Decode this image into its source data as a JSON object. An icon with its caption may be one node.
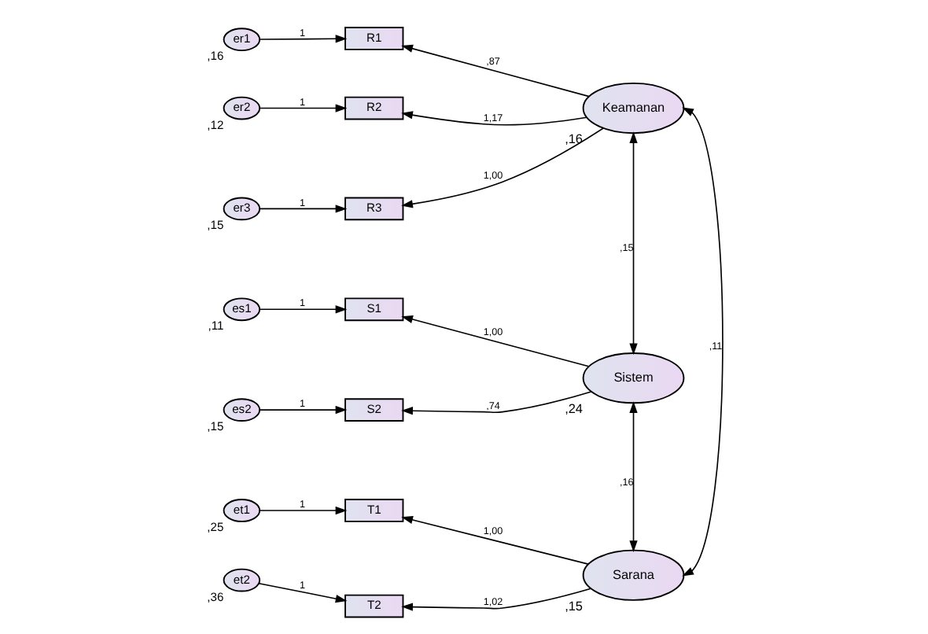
{
  "diagram": {
    "nodes": [
      {
        "text": [
          "er1"
        ],
        "beside": [
          ",16"
        ]
      },
      {
        "text": [
          "R1"
        ]
      },
      {
        "text": [
          "er2"
        ],
        "beside": [
          ",12"
        ]
      },
      {
        "text": [
          "R2"
        ]
      },
      {
        "text": [
          "er3"
        ],
        "beside": [
          ",15"
        ]
      },
      {
        "text": [
          "R3"
        ]
      },
      {
        "text": [
          "Keamanan"
        ],
        "beside": [
          ",16"
        ]
      },
      {
        "text": [
          "es1"
        ],
        "beside": [
          ",11"
        ]
      },
      {
        "text": [
          "S1"
        ]
      },
      {
        "text": [
          "es2"
        ],
        "beside": [
          ",15"
        ]
      },
      {
        "text": [
          "S2"
        ]
      },
      {
        "text": [
          "Sistem"
        ],
        "beside": [
          ",24"
        ]
      },
      {
        "text": [
          "et1"
        ],
        "beside": [
          ",25"
        ]
      },
      {
        "text": [
          "T1"
        ]
      },
      {
        "text": [
          "et2"
        ],
        "beside": [
          ",36"
        ]
      },
      {
        "text": [
          "T2"
        ]
      },
      {
        "text": [
          "Sarana"
        ],
        "beside": [
          ",15"
        ]
      }
    ],
    "edges": [
      {
        "from": 0,
        "to": 1,
        "arrow": "to",
        "label": "1"
      },
      {
        "from": 2,
        "to": 3,
        "arrow": "to",
        "label": "1"
      },
      {
        "from": 4,
        "to": 5,
        "arrow": "to",
        "label": "1"
      },
      {
        "from": 6,
        "to": 1,
        "arrow": "to",
        "label": ",87"
      },
      {
        "from": 6,
        "to": 3,
        "arrow": "to",
        "label": "1,17"
      },
      {
        "from": 6,
        "to": 5,
        "arrow": "to",
        "label": "1,00"
      },
      {
        "from": 7,
        "to": 8,
        "arrow": "to",
        "label": "1"
      },
      {
        "from": 9,
        "to": 10,
        "arrow": "to",
        "label": "1"
      },
      {
        "from": 11,
        "to": 8,
        "arrow": "to",
        "label": "1,00"
      },
      {
        "from": 11,
        "to": 10,
        "arrow": "to",
        "label": ",74"
      },
      {
        "from": 12,
        "to": 13,
        "arrow": "to",
        "label": "1"
      },
      {
        "from": 14,
        "to": 15,
        "arrow": "to",
        "label": "1"
      },
      {
        "from": 16,
        "to": 13,
        "arrow": "to",
        "label": "1,00"
      },
      {
        "from": 16,
        "to": 15,
        "arrow": "to",
        "label": "1,02"
      },
      {
        "from": 11,
        "to": 6,
        "arrow": "both",
        "label": ",15"
      },
      {
        "from": 11,
        "to": 16,
        "arrow": "both",
        "label": ",16"
      },
      {
        "from": 6,
        "to": 16,
        "arrow": "both",
        "label": ",11"
      }
    ]
  }
}
